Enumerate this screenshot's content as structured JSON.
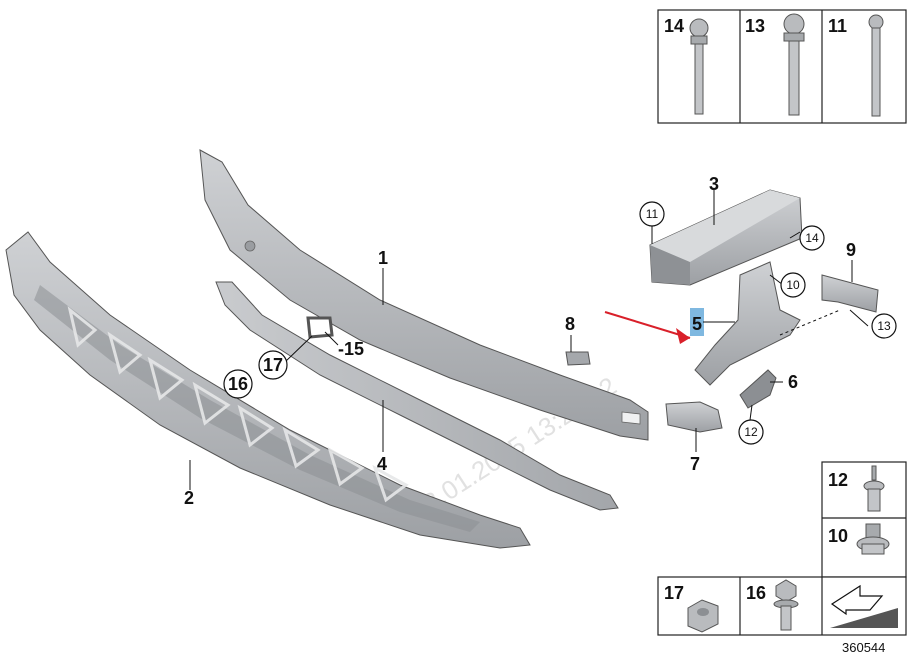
{
  "callouts": {
    "c1": "1",
    "c2": "2",
    "c3": "3",
    "c4": "4",
    "c5": "5",
    "c6": "6",
    "c7": "7",
    "c8": "8",
    "c9": "9",
    "c10": "10",
    "c11": "11",
    "c12": "12",
    "c13": "13",
    "c14": "14",
    "c15": "-15",
    "c16": "16",
    "c17": "17"
  },
  "legend_boxes": {
    "b14": "14",
    "b13": "13",
    "b11": "11",
    "b12": "12",
    "b10": "10",
    "b17": "17",
    "b16": "16"
  },
  "watermark": "13.01.2015 13:22:12",
  "doc_number": "360544",
  "colors": {
    "part_fill": "#b7b9bc",
    "part_dark": "#8c8f93",
    "arrow": "#d9202a",
    "highlight": "#7fb8e0"
  },
  "icons": {
    "arrow_marker": "arrow-right-icon",
    "exit_icon": "next-diagram-icon"
  }
}
